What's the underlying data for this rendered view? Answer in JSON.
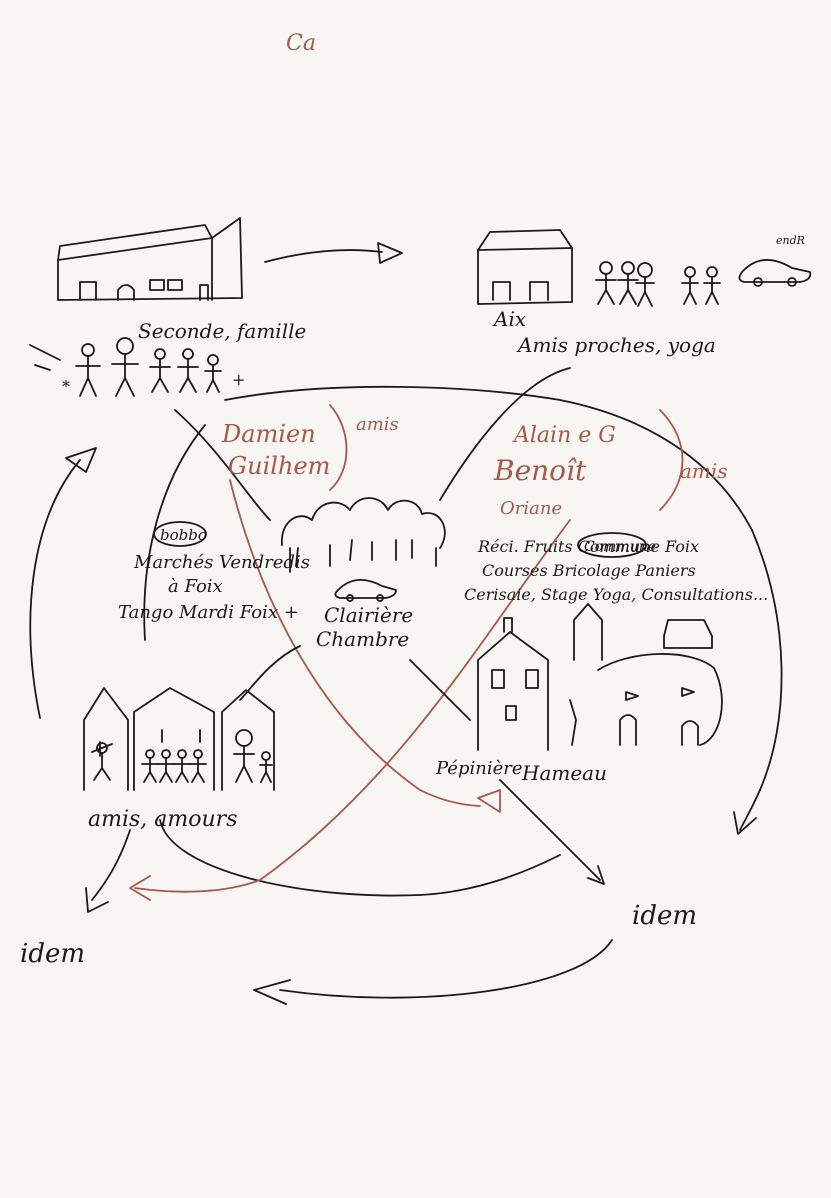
{
  "sheet": {
    "top_mark": "Ca",
    "ink_color": "#1a1a1a",
    "red_ink_color": "#a6584a",
    "paper_color": "#f7f6f2"
  },
  "house_left": {
    "label": "Seconde, famille"
  },
  "house_aix": {
    "place": "Aix",
    "label": "Amis proches, yoga",
    "car_note": "endR"
  },
  "names_left": {
    "line1": "Damien",
    "line2": "Guilhem",
    "tag": "amis"
  },
  "names_right": {
    "line1": "Alain e G",
    "line2": "Benoît",
    "line3": "Oriane",
    "tag": "amis"
  },
  "left_activities": {
    "badge": "bobbo",
    "line1": "Marchés Vendredis",
    "line2": "à Foix",
    "line3": "Tango Mardi Foix +"
  },
  "center": {
    "line1": "Clairière",
    "line2": "Chambre"
  },
  "right_activities": {
    "badge": "Commune",
    "line1": "Réci. Fruits Commune Foix",
    "line2": "Courses Bricolage Paniers",
    "line3": "Cerisaie, Stage Yoga, Consultations..."
  },
  "village": {
    "label": "amis, amours"
  },
  "hamlet": {
    "line1": "Pépinière",
    "line2": "Hameau"
  },
  "idem_left": "idem",
  "idem_right": "idem"
}
